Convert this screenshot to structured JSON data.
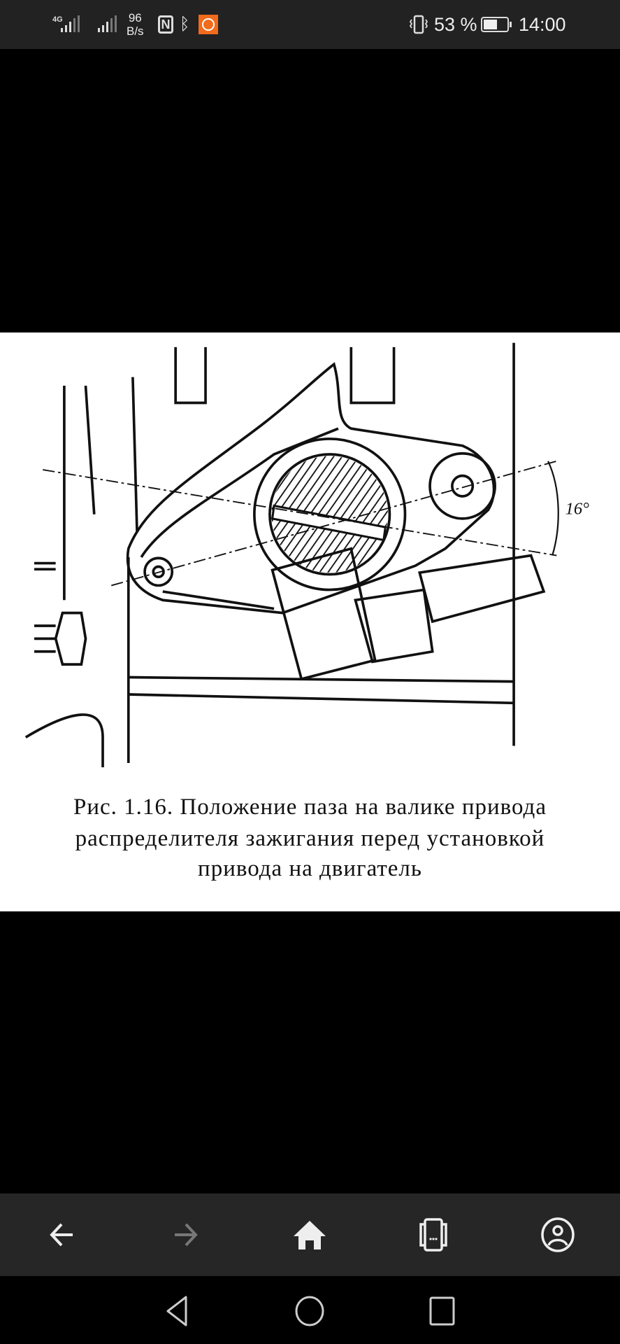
{
  "status_bar": {
    "network_type": "4G",
    "speed_value": "96",
    "speed_unit": "B/s",
    "nfc": "N",
    "battery_percent": "53 %",
    "battery_level": 0.53,
    "time": "14:00"
  },
  "figure": {
    "angle_label": "16°",
    "caption_lines": [
      "Рис. 1.16. Положение паза на валике привода",
      "распределителя зажигания перед установкой",
      "привода на двигатель"
    ]
  },
  "toolbar": {
    "icons": [
      "back-arrow-icon",
      "forward-arrow-icon",
      "home-icon",
      "tabs-icon",
      "account-icon"
    ]
  },
  "nav_bar": {
    "icons": [
      "nav-back-icon",
      "nav-home-icon",
      "nav-recents-icon"
    ]
  }
}
